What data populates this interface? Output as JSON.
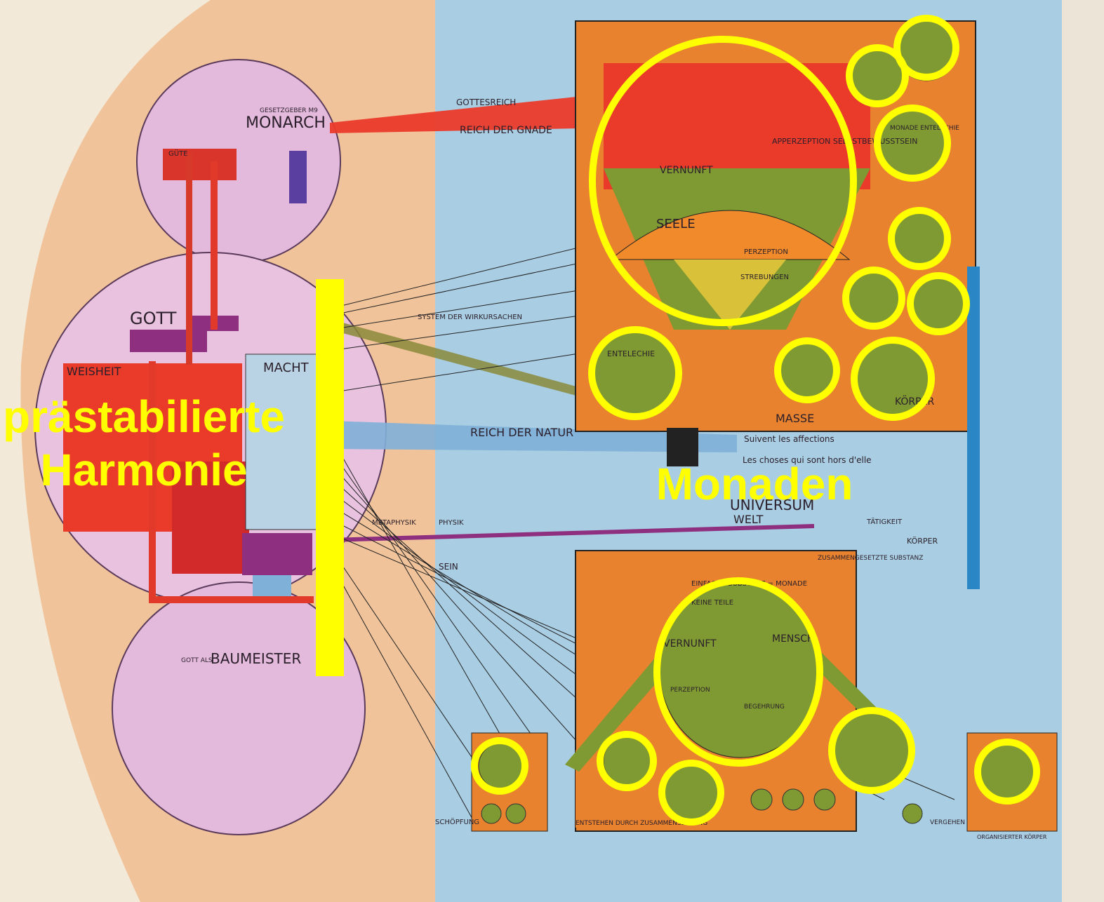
{
  "overlay": {
    "title_line1": "prästabilierte",
    "title_line2": "Harmonie",
    "monaden_label": "Monaden",
    "highlight_color": "#ffff00"
  },
  "drawing": {
    "left_circles": {
      "monarch": {
        "label": "MONARCH",
        "note": "GESETZGEBER M9",
        "sub": "GÜTE"
      },
      "gott": {
        "label": "GOTT",
        "weisheit": "WEISHEIT",
        "macht": "MACHT"
      },
      "baumeister": {
        "label": "BAUMEISTER",
        "prefix": "GOTT ALS"
      }
    },
    "bands": {
      "gnade": "REICH DER GNADE",
      "gottesreich": "GOTTESREICH",
      "natur": "REICH DER NATUR",
      "system": "SYSTEM DER WIRKURSACHEN"
    },
    "upper_block": {
      "apperzeption": "APPERZEPTION SELBSTBEWUSSTSEIN",
      "vernunft": "VERNUNFT",
      "seele": "SEELE",
      "perzeption": "PERZEPTION",
      "strebungen": "STREBUNGEN",
      "masse": "MASSE",
      "entelechie": "ENTELECHIE",
      "monade_entelechie": "MONADE ENTELECHIE",
      "koerper": "KÖRPER"
    },
    "middle_text": {
      "suivant": "Suivent les affections",
      "choses": "Les choses qui sont hors d'elle",
      "universum": "UNIVERSUM",
      "welt": "WELT",
      "taetigkeit": "TÄTIGKEIT",
      "koerper": "KÖRPER",
      "metaphysik": "METAPHYSIK",
      "physik": "PHYSIK",
      "sein": "SEIN"
    },
    "lower_block": {
      "zusammengesetzte": "ZUSAMMENGESETZTE SUBSTANZ",
      "einfache": "EINFACHE SUBSTANZ = MONADE",
      "keine_teile": "KEINE TEILE",
      "vernunft": "VERNUNFT",
      "mensch": "MENSCH",
      "perzeption": "PERZEPTION",
      "begehrung": "BEGEHRUNG",
      "schoepfung": "SCHÖPFUNG",
      "entstehen": "ENTSTEHEN DURCH ZUSAMMENSETZUNG",
      "vergehen": "VERGEHEN",
      "organisierter_koerper": "ORGANISIERTER KÖRPER"
    },
    "colors": {
      "paper": "#f2e9d8",
      "peach": "#f1c39a",
      "pink": "#e3b9dc",
      "sky": "#a9cde2",
      "orange": "#e8822f",
      "red": "#ea3a2a",
      "green": "#7f9a32",
      "purple": "#8e2f80",
      "blue": "#2b86c6"
    }
  }
}
